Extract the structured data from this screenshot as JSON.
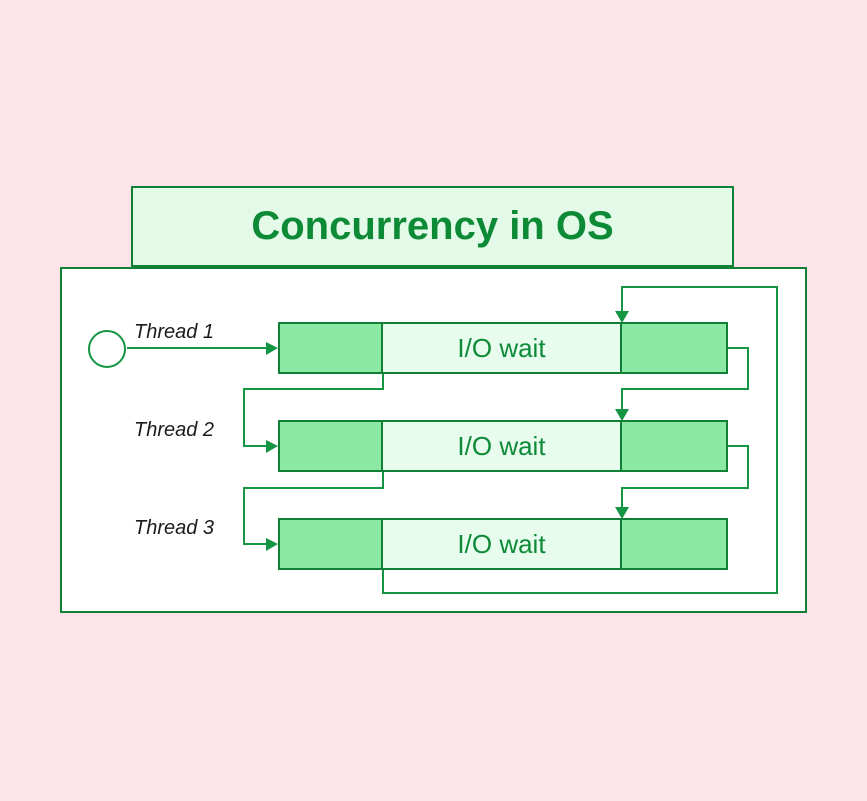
{
  "title": "Concurrency in OS",
  "threads": [
    {
      "label": "Thread 1",
      "io_label": "I/O wait"
    },
    {
      "label": "Thread 2",
      "io_label": "I/O wait"
    },
    {
      "label": "Thread 3",
      "io_label": "I/O wait"
    }
  ],
  "colors": {
    "background": "#fde4e8",
    "panel": "#ffffff",
    "title_fill": "#e4fae9",
    "block_fill": "#8be9a4",
    "io_fill": "#e8fcee",
    "green_border": "#0f8035",
    "green_line": "#149544",
    "title_text": "#0c8a35",
    "io_text": "#0d8a38",
    "label_text": "#1b1b1b"
  }
}
